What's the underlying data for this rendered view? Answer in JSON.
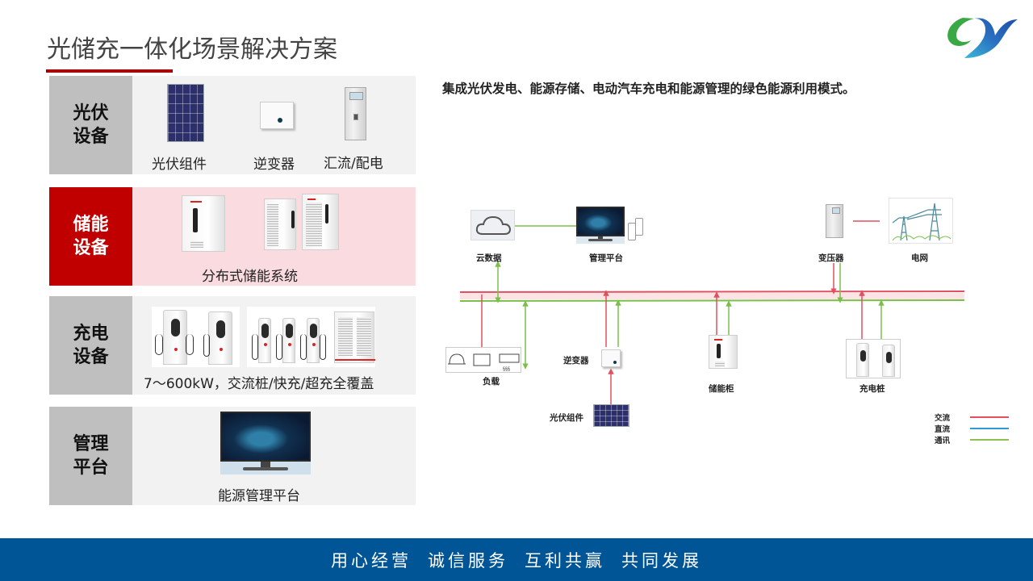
{
  "slide": {
    "title": "光储充一体化场景解决方案",
    "logo": "company-logo-bird",
    "subtitle": "集成光伏发电、能源存储、电动汽车充电和能源管理的绿色能源利用模式。"
  },
  "categories": [
    {
      "label_line1": "光伏",
      "label_line2": "设备",
      "active": false,
      "items": [
        {
          "caption": "光伏组件",
          "image": "solar-panel"
        },
        {
          "caption": "逆变器",
          "image": "inverter"
        },
        {
          "caption": "汇流/配电",
          "image": "distribution-cabinet"
        }
      ]
    },
    {
      "label_line1": "储能",
      "label_line2": "设备",
      "active": true,
      "items": [
        {
          "caption": "分布式储能系统",
          "image": "energy-storage-cabinets"
        }
      ]
    },
    {
      "label_line1": "充电",
      "label_line2": "设备",
      "active": false,
      "items": [
        {
          "caption": "7～600kW，交流桩/快充/超充全覆盖",
          "image": "charging-piles"
        }
      ]
    },
    {
      "label_line1": "管理",
      "label_line2": "平台",
      "active": false,
      "items": [
        {
          "caption": "能源管理平台",
          "image": "management-monitor"
        }
      ]
    }
  ],
  "diagram": {
    "nodes": {
      "cloud": "云数据",
      "platform": "管理平台",
      "transformer": "变压器",
      "grid": "电网",
      "load": "负载",
      "inverter": "逆变器",
      "pv": "光伏组件",
      "storage": "储能柜",
      "charger": "充电桩"
    },
    "legend": [
      {
        "label": "交流",
        "color": "#e0505f"
      },
      {
        "label": "直流",
        "color": "#2e9bd6"
      },
      {
        "label": "通讯",
        "color": "#8cc152"
      }
    ],
    "colors": {
      "ac": "#e0505f",
      "comm": "#7bbf4a"
    }
  },
  "footer": {
    "slogans": [
      "用心经营",
      "诚信服务",
      "互利共赢",
      "共同发展"
    ]
  }
}
